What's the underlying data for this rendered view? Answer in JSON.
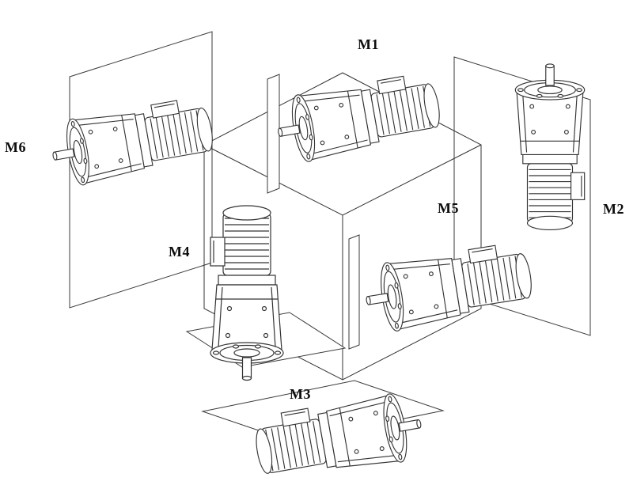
{
  "figure": {
    "positions": [
      {
        "id": "m1",
        "label": "M1"
      },
      {
        "id": "m2",
        "label": "M2"
      },
      {
        "id": "m3",
        "label": "M3"
      },
      {
        "id": "m4",
        "label": "M4"
      },
      {
        "id": "m5",
        "label": "M5"
      },
      {
        "id": "m6",
        "label": "M6"
      }
    ],
    "colors": {
      "line": "#333333",
      "background": "#ffffff"
    }
  }
}
